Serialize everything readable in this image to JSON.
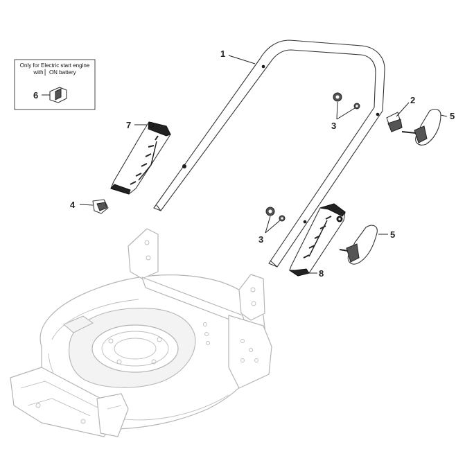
{
  "note_box": {
    "line1": "Only for Electric start engine",
    "line2": "with ▏ON battery",
    "callout": "6"
  },
  "callouts": {
    "handle": "1",
    "knob_part": "2",
    "nuts_upper": "3",
    "nuts_lower": "3",
    "clip": "4",
    "lever_upper": "5",
    "lever_lower": "5",
    "cable_guide_left": "7",
    "cable_guide_right": "8"
  }
}
